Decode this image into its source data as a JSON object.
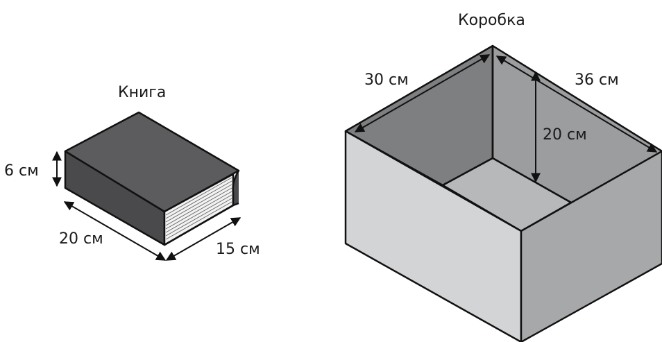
{
  "book": {
    "title": "Книга",
    "height": "6 см",
    "length": "20 см",
    "width": "15 см"
  },
  "box": {
    "title": "Коробка",
    "length": "30 см",
    "width": "36 см",
    "height": "20 см"
  },
  "colors": {
    "book_top": "#5a5a5c",
    "book_front": "#4a4a4c",
    "pages": "#f2f2f2",
    "box_left_outer": "#d3d4d6",
    "box_right_outer": "#a7a8aa",
    "box_inner_back_left": "#7e7f81",
    "box_inner_back_right": "#9c9d9f",
    "box_floor": "#b7b8ba",
    "stroke": "#111111"
  }
}
